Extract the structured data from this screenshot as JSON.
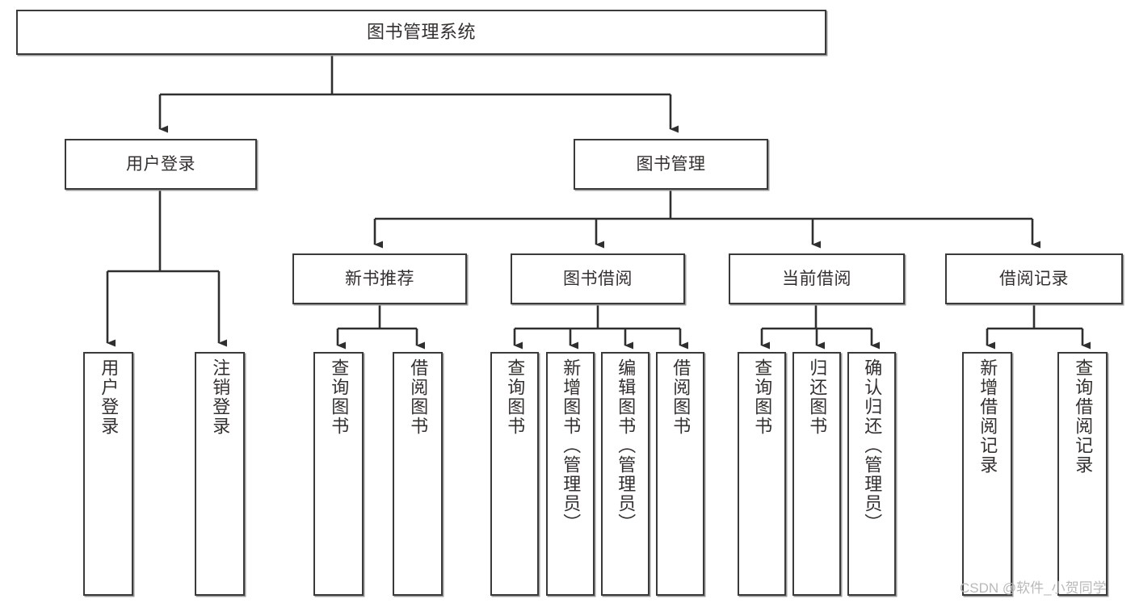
{
  "diagram": {
    "type": "tree-hierarchy-chart",
    "title": "图书管理系统",
    "colors": {
      "background": "#ffffff",
      "box_border": "#3a3a3a",
      "box_fill": "#ffffff",
      "box_shadow": "#9a9a9a",
      "connector": "#2f2f2f",
      "text": "#33312f",
      "watermark": "#b9b9b9"
    },
    "watermark": "CSDN @软件_小贺同学",
    "nodes": {
      "root": {
        "label": "图书管理系统",
        "orientation": "horizontal"
      },
      "level2": [
        {
          "label": "用户登录",
          "orientation": "horizontal"
        },
        {
          "label": "图书管理",
          "orientation": "horizontal"
        }
      ],
      "level3": [
        {
          "label": "新书推荐",
          "orientation": "horizontal"
        },
        {
          "label": "图书借阅",
          "orientation": "horizontal"
        },
        {
          "label": "当前借阅",
          "orientation": "horizontal"
        },
        {
          "label": "借阅记录",
          "orientation": "horizontal"
        }
      ],
      "user_login_children": [
        {
          "label": "用户登录",
          "orientation": "vertical"
        },
        {
          "label": "注销登录",
          "orientation": "vertical"
        }
      ],
      "new_book_children": [
        {
          "label": "查询图书",
          "orientation": "vertical"
        },
        {
          "label": "借阅图书",
          "orientation": "vertical"
        }
      ],
      "book_borrow_children": [
        {
          "label": "查询图书",
          "orientation": "vertical"
        },
        {
          "label": "新增图书（管理员）",
          "orientation": "vertical"
        },
        {
          "label": "编辑图书（管理员）",
          "orientation": "vertical"
        },
        {
          "label": "借阅图书",
          "orientation": "vertical"
        }
      ],
      "current_borrow_children": [
        {
          "label": "查询图书",
          "orientation": "vertical"
        },
        {
          "label": "归还图书",
          "orientation": "vertical"
        },
        {
          "label": "确认归还（管理员）",
          "orientation": "vertical"
        }
      ],
      "borrow_record_children": [
        {
          "label": "新增借阅记录",
          "orientation": "vertical"
        },
        {
          "label": "查询借阅记录",
          "orientation": "vertical"
        }
      ]
    }
  }
}
